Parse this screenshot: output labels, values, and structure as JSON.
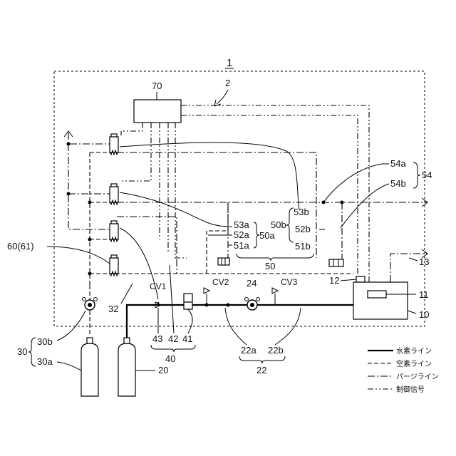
{
  "system_label": "1",
  "subsystem_label": "2",
  "labels": {
    "controller": "70",
    "pump_60": "60(61)",
    "line_32": "32",
    "cv1": "CV1",
    "cv2": "CV2",
    "cv3": "CV3",
    "regulator_24": "24",
    "label_12": "12",
    "label_11": "11",
    "label_10": "10",
    "label_13": "13",
    "label_54a": "54a",
    "label_54b": "54b",
    "label_54": "54",
    "label_53a": "53a",
    "label_52a": "52a",
    "label_51a": "51a",
    "label_50a": "50a",
    "label_53b": "53b",
    "label_52b": "52b",
    "label_51b": "51b",
    "label_50b": "50b",
    "label_50": "50",
    "label_43": "43",
    "label_42": "42",
    "label_41": "41",
    "label_40": "40",
    "label_22a": "22a",
    "label_22b": "22b",
    "label_22": "22",
    "label_30": "30",
    "label_30b": "30b",
    "label_30a": "30a",
    "label_20": "20"
  },
  "legend": [
    {
      "style": "solid-thick",
      "text": "水素ライン"
    },
    {
      "style": "dashed",
      "text": "空素ライン"
    },
    {
      "style": "dash-dot",
      "text": "パージライン"
    },
    {
      "style": "dash-dot-dot",
      "text": "制御信号"
    }
  ]
}
